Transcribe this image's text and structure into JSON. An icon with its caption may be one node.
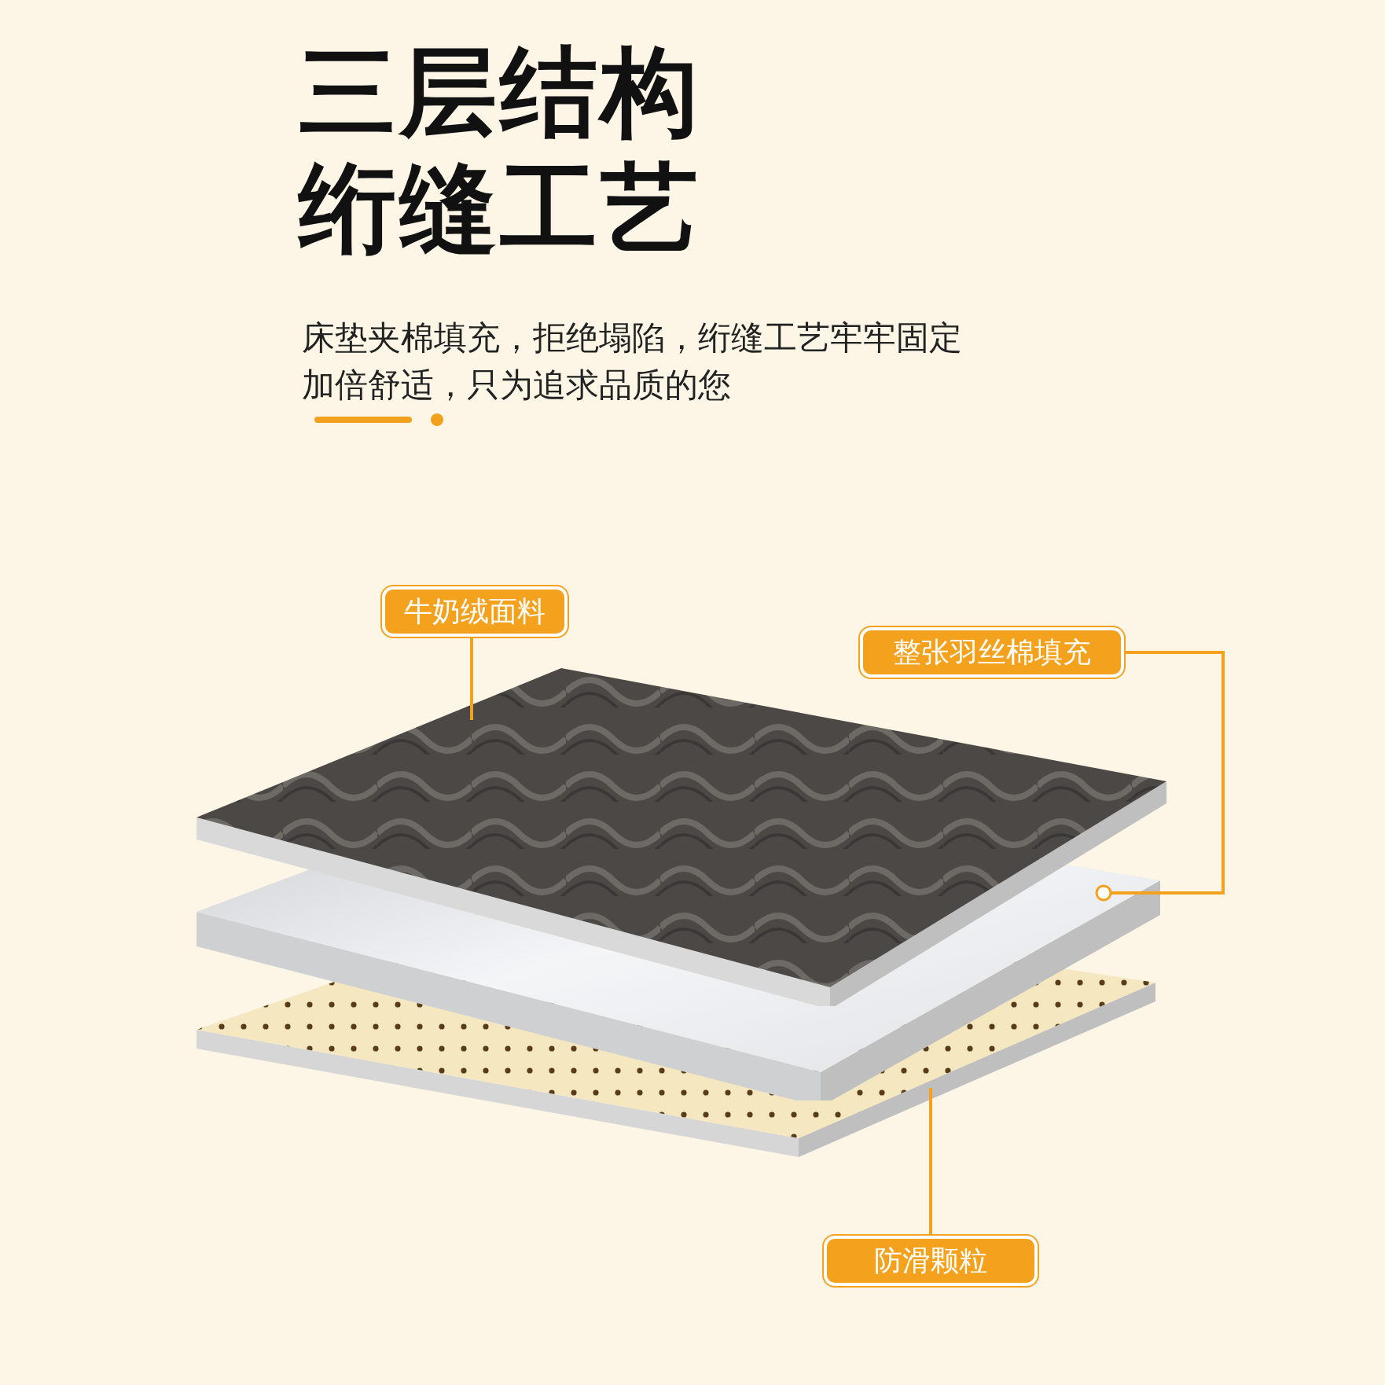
{
  "diagram": {
    "title": "三层结构绗缝工艺",
    "nodes": [
      {
        "text": [
          "牛奶绒面料"
        ]
      },
      {
        "text": [
          "整张羽丝棉填充"
        ]
      },
      {
        "text": [],
        "shape": "picture"
      },
      {
        "text": [],
        "shape": "picture"
      },
      {
        "text": [],
        "shape": "picture"
      },
      {
        "text": [
          "防滑颗粒"
        ]
      }
    ],
    "edges": [
      {
        "from": 0,
        "to": 2,
        "arrow": "none"
      },
      {
        "from": 1,
        "to": 3,
        "arrow": "other"
      },
      {
        "from": 5,
        "to": 4,
        "arrow": "none"
      }
    ],
    "labels": [
      "床垫夹棉填充，拒绝塌陷，绗缝工艺牢牢固定加倍舒适，只为追求品质的您"
    ]
  }
}
